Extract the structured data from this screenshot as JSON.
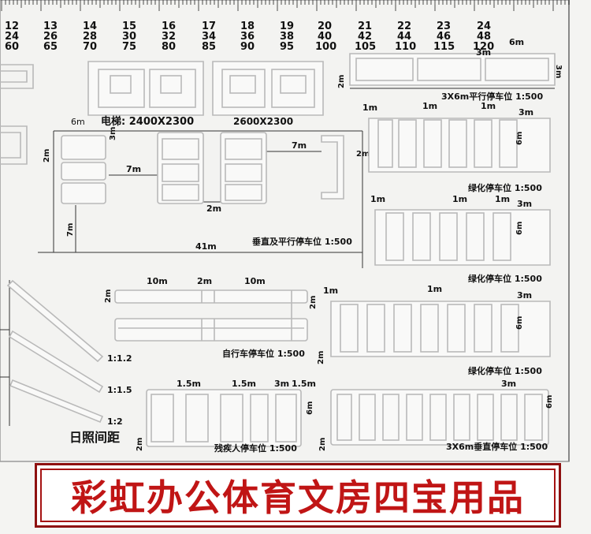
{
  "scale": {
    "columns": [
      {
        "a": "12",
        "b": "24",
        "c": "60"
      },
      {
        "a": "13",
        "b": "26",
        "c": "65"
      },
      {
        "a": "14",
        "b": "28",
        "c": "70"
      },
      {
        "a": "15",
        "b": "30",
        "c": "75"
      },
      {
        "a": "16",
        "b": "32",
        "c": "80"
      },
      {
        "a": "17",
        "b": "34",
        "c": "85"
      },
      {
        "a": "18",
        "b": "36",
        "c": "90"
      },
      {
        "a": "19",
        "b": "38",
        "c": "95"
      },
      {
        "a": "20",
        "b": "40",
        "c": "100"
      },
      {
        "a": "21",
        "b": "42",
        "c": "105"
      },
      {
        "a": "22",
        "b": "44",
        "c": "110"
      },
      {
        "a": "23",
        "b": "46",
        "c": "115"
      },
      {
        "a": "24",
        "b": "48",
        "c": "120"
      }
    ]
  },
  "elevator": {
    "label": "电梯: 2400X2300",
    "label2": "2600X2300",
    "dim_6m": "6m"
  },
  "parallel_parking": {
    "caption": "3X6m平行停车位 1:500",
    "dim_6m": "6m",
    "dim_3m_a": "3m",
    "dim_3m_b": "3m",
    "dim_2m": "2m"
  },
  "green_parking_1": {
    "caption": "绿化停车位 1:500",
    "d1": "1m",
    "d2": "1m",
    "d3": "1m",
    "d4": "3m",
    "d5": "6m"
  },
  "green_parking_2": {
    "caption": "绿化停车位 1:500",
    "d1": "1m",
    "d2": "1m",
    "d3": "1m",
    "d4": "3m",
    "d5": "6m"
  },
  "green_parking_3": {
    "caption": "绿化停车位 1:500",
    "d1": "1m",
    "d2": "1m",
    "d3": "3m",
    "d4": "6m",
    "d5": "2m"
  },
  "vertical_parking": {
    "caption": "垂直及平行停车位 1:500",
    "d_3m": "3m",
    "d_7m_a": "7m",
    "d_7m_b": "7m",
    "d_2m_a": "2m",
    "d_2m_b": "2m",
    "d_2m_c": "2m",
    "d_7m_c": "7m",
    "d_41m": "41m"
  },
  "bicycle_parking": {
    "caption": "自行车停车位 1:500",
    "d_10m_a": "10m",
    "d_2m_a": "2m",
    "d_10m_b": "10m",
    "d_2m_b": "2m",
    "d_2m_c": "2m"
  },
  "sunlight": {
    "caption": "日照间距",
    "r1": "1:1.2",
    "r2": "1:1.5",
    "r3": "1:2"
  },
  "disabled_parking": {
    "caption": "残疾人停车位 1:500",
    "d1": "1.5m",
    "d2": "1.5m",
    "d3": "3m",
    "d4": "1.5m",
    "d5": "6m",
    "d6": "2m"
  },
  "perp_parking": {
    "caption": "3X6m垂直停车位 1:500",
    "d_3m": "3m",
    "d_6m": "6m",
    "d_2m": "2m"
  },
  "banner": {
    "text": "彩虹办公体育文房四宝用品",
    "color": "#c01515"
  }
}
